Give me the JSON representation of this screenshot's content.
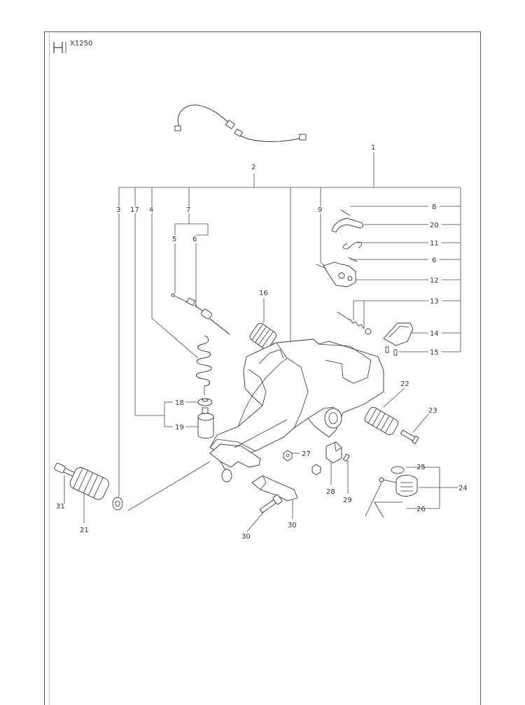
{
  "header": {
    "code": "X1250"
  },
  "callouts": {
    "c1": "1",
    "c2": "2",
    "c3": "3",
    "c17": "17",
    "c4": "4",
    "c7": "7",
    "c9": "9",
    "c5": "5",
    "c6": "6",
    "c8": "8",
    "c20": "20",
    "c11": "11",
    "c6b": "6",
    "c12": "12",
    "c13": "13",
    "c14": "14",
    "c15": "15",
    "c16": "16",
    "c18": "18",
    "c19": "19",
    "c22": "22",
    "c23": "23",
    "c27": "27",
    "c28": "28",
    "c29": "29",
    "c25": "25",
    "c24": "24",
    "c26": "26",
    "c31": "31",
    "c21": "21",
    "c30": "30",
    "c30b": "30"
  }
}
